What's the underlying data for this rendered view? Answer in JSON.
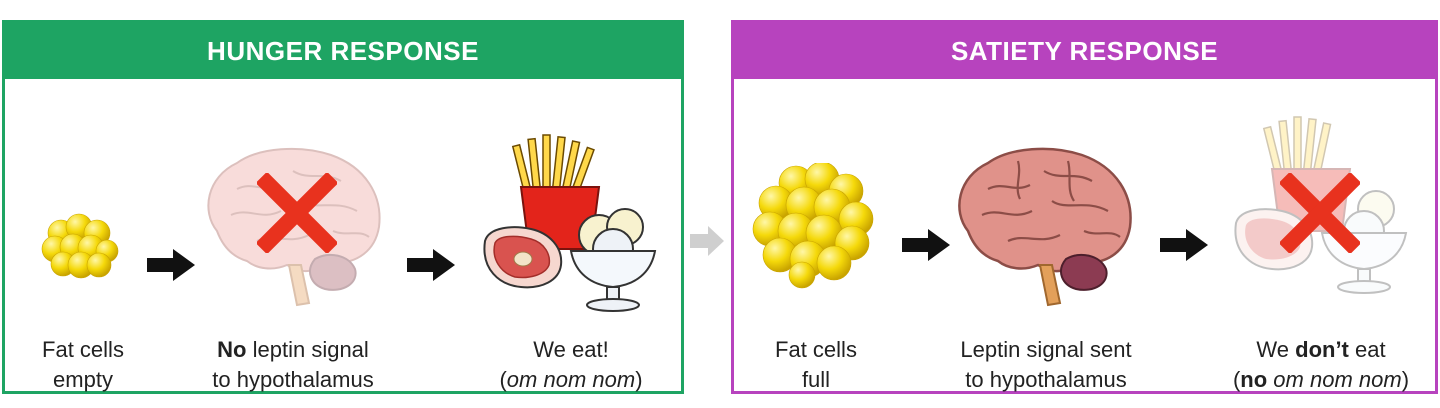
{
  "colors": {
    "hunger": "#1ea463",
    "satiety": "#b743be",
    "arrow": "#111111",
    "connector": "#cfcfcf",
    "x_mark": "#e8321e"
  },
  "hunger": {
    "title": "HUNGER RESPONSE",
    "steps": [
      {
        "icon": "fat-cells-empty-icon",
        "line1": "Fat cells",
        "line2": "empty"
      },
      {
        "icon": "brain-icon",
        "line1_bold": "No",
        "line1_rest": " leptin signal",
        "line2": "to hypothalamus"
      },
      {
        "icon": "food-icon",
        "line1": "We eat!",
        "line2_open": "(",
        "line2_italic": "om nom nom",
        "line2_close": ")"
      }
    ]
  },
  "satiety": {
    "title": "SATIETY RESPONSE",
    "steps": [
      {
        "icon": "fat-cells-full-icon",
        "line1": "Fat cells",
        "line2": "full"
      },
      {
        "icon": "brain-icon",
        "line1": "Leptin signal sent",
        "line2": "to hypothalamus"
      },
      {
        "icon": "food-icon",
        "line1_pre": "We ",
        "line1_bold": "don’t",
        "line1_post": " eat",
        "line2_open": "(",
        "line2_bold": "no",
        "line2_italic": " om nom nom",
        "line2_close": ")"
      }
    ]
  }
}
